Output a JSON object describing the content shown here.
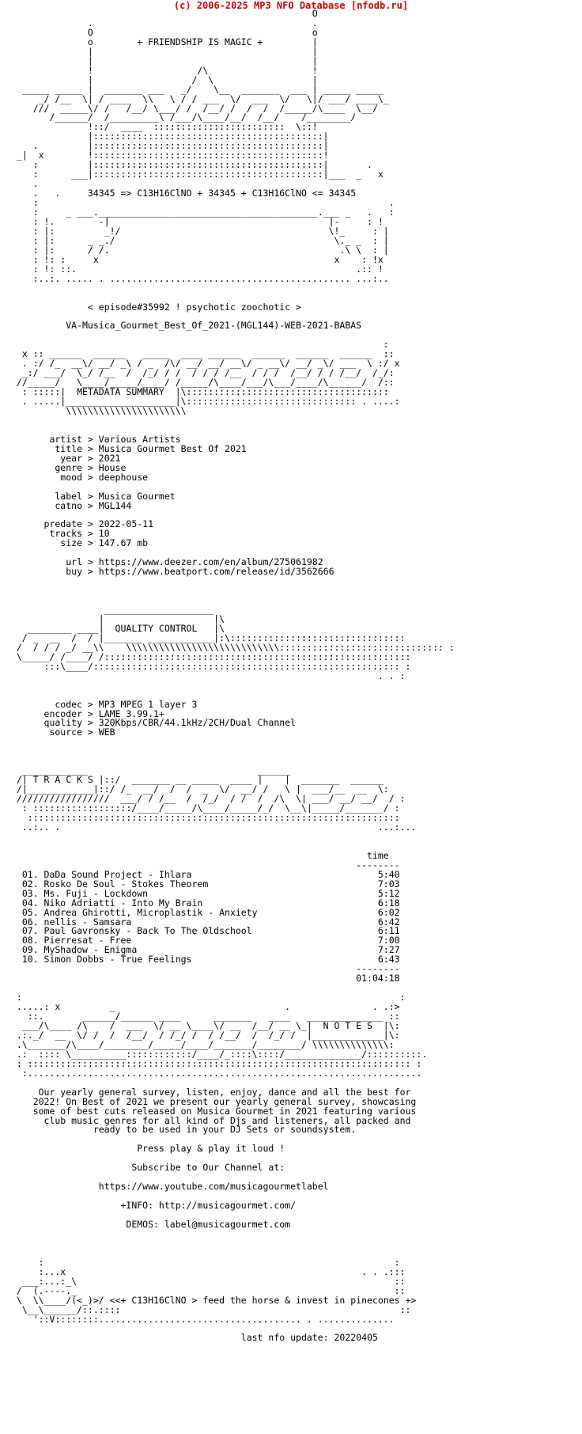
{
  "header": {
    "text": "(c) 2006-2025 MP3 NFO Database [nfodb.ru]",
    "color": "#d40000"
  },
  "nfo": {
    "lines": [
      "                                                       O",
      "              .                                        .",
      "              O                                        o",
      "              o        + FRIENDSHIP IS MAGIC +         |",
      "              |                                        |",
      "              |                                        |",
      "              !                   /\\                   !",
      "              |                  /  \\                  |",
      "  _____ _____ |  _______ ___   _/    \\__  _______  ___ | _____ _____",
      "     _/ /__  \\| / ____  \\\\   \\ / / ___  \\/  ___  \\/   \\|/ ___/ ____\\_",
      "    ///  _____\\/ /   /__/ \\___/ /  /__/ /  /  /  /_____/\\____  \\__/",
      "       /______/  /_________\\ /___/\\____/__/  /__/    /________/",
      "              !::/  ____  ::::::::::::::::::::::::  \\::!",
      "              |::::::::::::::::::::::::::::::::::::::::::|",
      "    .         |::::::::::::::::::::::::::::::::::::::::::|",
      " _|  x        !::::::::::::::::::::::::::::::::::::::::::!",
      "    :         |::::::::::::::::::::::::::::::::::::::::::|       .",
      "    :      ___|::::::::::::::::::::::::::::::::::::::::::|___  _   x",
      "    .",
      "    .   .     34345 => C13H16ClNO + 34345 + C13H16ClNO <= 34345",
      "    :                                                                .",
      "    :     _ ___.________________________________________.___ _   .   :",
      "    : !.        -|                                        |-     : !",
      "    : |:         _!/                                      \\!_     : |",
      "    : |:      _ _./                                        \\._ _  : |",
      "    : |:      / /.                                          .\\ \\  : |",
      "    : !: :     x                                           x    : !x",
      "    : !: ::.                                                   .:: !",
      "    :..:. ..... . ............................................ ...:..",
      "",
      "",
      "              < episode#35992 ! psychotic zoochotic >",
      "",
      "          VA-Musica_Gourmet_Best_Of_2021-(MGL144)-WEB-2021-BABAS",
      "",
      "                                                                    :",
      "  x :: ______  ______   _____  ____ ______  ______  ______  ______  ::",
      "  . :/ /_  __\\/ __/ _\\ / _  /\\/ __/ __/ __\\/ _ __\\/ __/ _\\/ ___  \\ :/ x",
      "  _:/ ___/  \\_/ /__  /  /_/ / /  / / / /__  / / /  /__/ / / /__/  /_/:",
      " //_____/   \\____/_____/____/ /_____/\\____/___/\\___/____/\\______/  /::",
      "  : :::::|  METADATA SUMMARY  |\\:::::::::::::::::::::::::::::::::::::",
      "  . .....|____________________|\\::::::::::::::::::::::::::::::: . ....:",
      "          \\\\\\\\\\\\\\\\\\\\\\\\\\\\\\\\\\\\\\\\\\\\",
      "",
      "",
      "       artist > Various Artists",
      "        title > Musica Gourmet Best Of 2021",
      "         year > 2021",
      "        genre > House",
      "         mood > deephouse",
      "",
      "        label > Musica Gourmet",
      "        catno > MGL144",
      "",
      "      predate > 2022-05-11",
      "       tracks > 10",
      "         size > 147.67 mb",
      "",
      "          url > https://www.deezer.com/en/album/275061982",
      "          buy > https://www.beatport.com/release/id/3562666",
      "",
      "",
      "",
      "                 ____________________",
      "                |                    |\\",
      "   ________ ____|  QUALITY CONTROL   |\\",
      "  / _  __  /  / |_______ ____________|:\\::::::::::::::::::::::::::::::::",
      " /  / / / _/ __\\\\    \\\\\\\\\\\\\\\\\\\\\\\\\\\\\\\\\\\\\\\\\\\\\\\\\\\\\\\\:::::::::::::::::::::::::::::: :",
      " \\_____/ /____/ /::::::::::::::::::::::::::::::::::::::::::::::::::::::::",
      "      :::\\____/:::::::::::::::::::::::::::::::::::::::::::::::::::::::: :",
      "                                                                   . . :",
      "",
      "",
      "        codec > MP3 MPEG 1 layer 3",
      "      encoder > LAME 3.99.1+",
      "      quality > 320Kbps/CBR/44.1kHz/2CH/Dual Channel",
      "       source > WEB",
      "",
      "",
      "",
      "  ____________                               ______",
      " /| T R A C K S |::/  _______ __ _____  ____ |    |  _______  ______",
      " /|____________|::/ /_  __/  /  /  _  \\/  __/ /   \\ |  ___/__  __  \\:",
      " /////////////////  ___/ / /__  /  /_/  / /  /  /\\  \\| ___/ __/ __/  / :",
      "  : ::::::::::::::::::/____/_____/\\____/_____/_/  \\__\\|_____/_______/ :",
      "   ::::::::::::::::::::::::::::::::::::::::::::::::::::::::::::::::::::",
      "  ..:.. .                                                          ...:...",
      "",
      "",
      "                                                                 time",
      "                                                               --------",
      "  01. DaDa Sound Project - Ihlara                                  5:40",
      "  02. Rosko De Soul - Stokes Theorem                               7:03",
      "  03. Ms. Fuji - Lockdown                                          5:12",
      "  04. Niko Adriatti - Into My Brain                                6:18",
      "  05. Andrea Ghirotti, Microplastik - Anxiety                      6:02",
      "  06. nellis - Samsara                                             6:42",
      "  07. Paul Gavronsky - Back To The Oldschool                       6:11",
      "  08. Pierresat - Free                                             7:00",
      "  09. MyShadow - Enigma                                            7:27",
      "  10. Simon Dobbs - True Feelings                                  6:43",
      "                                                               --------",
      "                                                               01:04:18",
      "",
      " :                                                                     :",
      " .....: x         _                               .               . .:>",
      "   ::.       ______/______ ____      _______   ____   ______________ ::",
      "  ___/\\____ /\\    /  ___  \\/ __ \\____\\/ __  /__/ __ \\_|  N O T E S  |\\:",
      " .:._/  __  \\/ /  /  /__/  / /_/ /  / /__/  /  /_/ /  |_____________|\\:",
      " .\\_______/\\____/________/_____/____/_______/________/ \\\\\\\\\\\\\\\\\\\\\\\\\\\\:",
      " .:  :::: \\__________::::::::::::/____/_::::\\::::/______________/::::::::::.",
      " : :::::::::::::::::::::::::::::::::::::::::::::::::::::::::::::::::::::: :",
      "  :........................................................................",
      "",
      "     Our yearly general survey, listen, enjoy, dance and all the best for",
      "    2022! On Best of 2021 we present our yearly general survey, showcasing",
      "    some of best cuts released on Musica Gourmet in 2021 featuring various",
      "      club music genres for all kind of Djs and listeners, all packed and",
      "               ready to be used in your DJ Sets or soundsystem.",
      "",
      "                       Press play & play it loud !",
      "",
      "                      Subscribe to Our Channel at:",
      "",
      "                https://www.youtube.com/musicagourmetlabel",
      "",
      "                    +INFO: http://musicagourmet.com/",
      "",
      "                     DEMOS: label@musicagourmet.com",
      "",
      "",
      "",
      "     :                                                                :",
      "     :...x                                                      . . .:::",
      "  ___:...:_\\                                                          ::",
      " /  (.----._                                                          ::",
      " \\  \\\\____/(<_)>/ <<+ C13H16ClNO > feed the horse & invest in pinecones +>",
      "  \\__\\______/::.::::                                                   ::",
      "    '::V::::::::..................................... . ..............",
      "",
      "                                          last nfo update: 20220405"
    ]
  }
}
